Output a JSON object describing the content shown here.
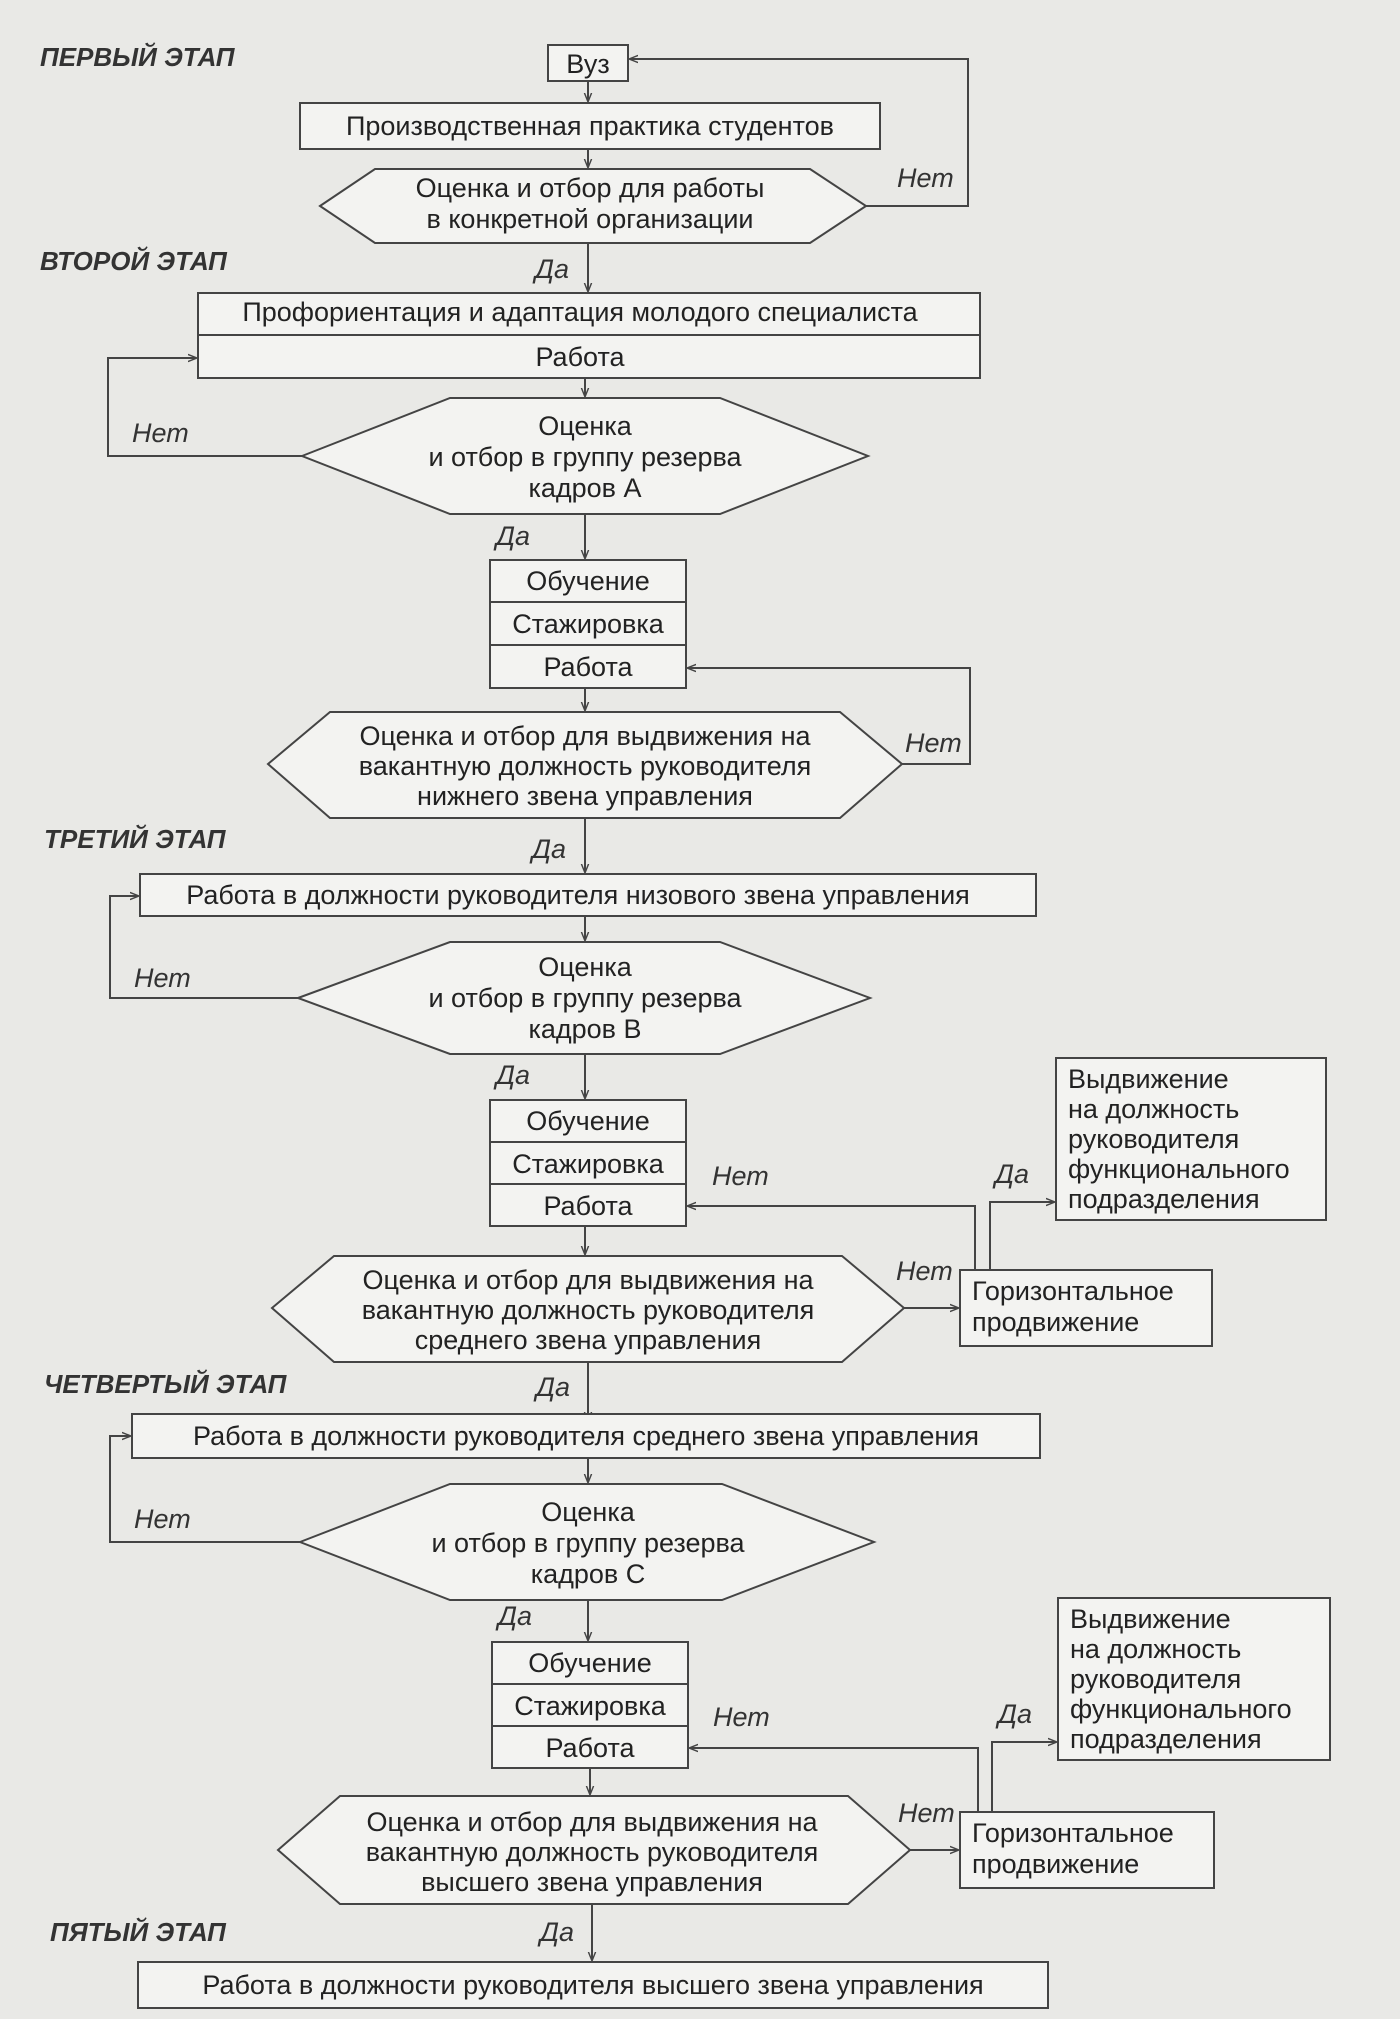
{
  "stages": {
    "first": "ПЕРВЫЙ ЭТАП",
    "second": "ВТОРОЙ ЭТАП",
    "third": "ТРЕТИЙ ЭТАП",
    "fourth": "ЧЕТВЕРТЫЙ ЭТАП",
    "fifth": "ПЯТЫЙ ЭТАП"
  },
  "yes": "Да",
  "no": "Нет",
  "nodes": {
    "vuz": "Вуз",
    "practice": "Производственная практика студентов",
    "d1": [
      "Оценка и отбор для работы",
      "в конкретной организации"
    ],
    "prof": "Профориентация и адаптация молодого специалиста",
    "work": "Работа",
    "d2": [
      "Оценка",
      "и отбор в группу резерва",
      "кадров А"
    ],
    "training": "Обучение",
    "internship": "Стажировка",
    "d3": [
      "Оценка и отбор для выдвижения на",
      "вакантную должность руководителя",
      "нижнего звена управления"
    ],
    "job_low": "Работа в должности руководителя низового звена управления",
    "d4": [
      "Оценка",
      "и отбор в группу резерва",
      "кадров В"
    ],
    "d5": [
      "Оценка и отбор для выдвижения на",
      "вакантную должность руководителя",
      "среднего звена управления"
    ],
    "horizontal": [
      "Горизонтальное",
      "продвижение"
    ],
    "functional": [
      "Выдвижение",
      "на должность",
      "руководителя",
      "функционального",
      "подразделения"
    ],
    "job_mid": "Работа в должности руководителя среднего звена управления",
    "d6": [
      "Оценка",
      "и отбор в группу резерва",
      "кадров С"
    ],
    "d7": [
      "Оценка и отбор для выдвижения на",
      "вакантную должность руководителя",
      "высшего звена управления"
    ],
    "job_high": "Работа в должности руководителя высшего звена управления"
  }
}
